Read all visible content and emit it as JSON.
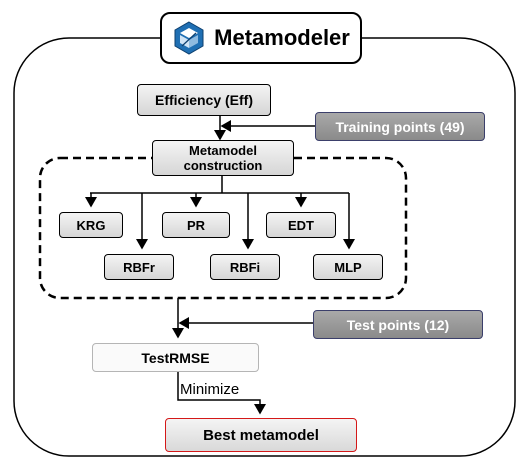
{
  "title": "Metamodeler",
  "logo_icon": "metamodeler-logo-icon",
  "nodes": {
    "efficiency": "Efficiency (Eff)",
    "training_points": "Training points (49)",
    "construction_line1": "Metamodel",
    "construction_line2": "construction",
    "krg": "KRG",
    "pr": "PR",
    "edt": "EDT",
    "rbfr": "RBFr",
    "rbfi": "RBFi",
    "mlp": "MLP",
    "test_points": "Test points (12)",
    "test_rmse": "TestRMSE",
    "minimize": "Minimize",
    "best_metamodel": "Best metamodel"
  },
  "colors": {
    "accent_border": "#3b3f6b",
    "best_border": "#d41818",
    "logo_blue": "#1f6fb3"
  }
}
